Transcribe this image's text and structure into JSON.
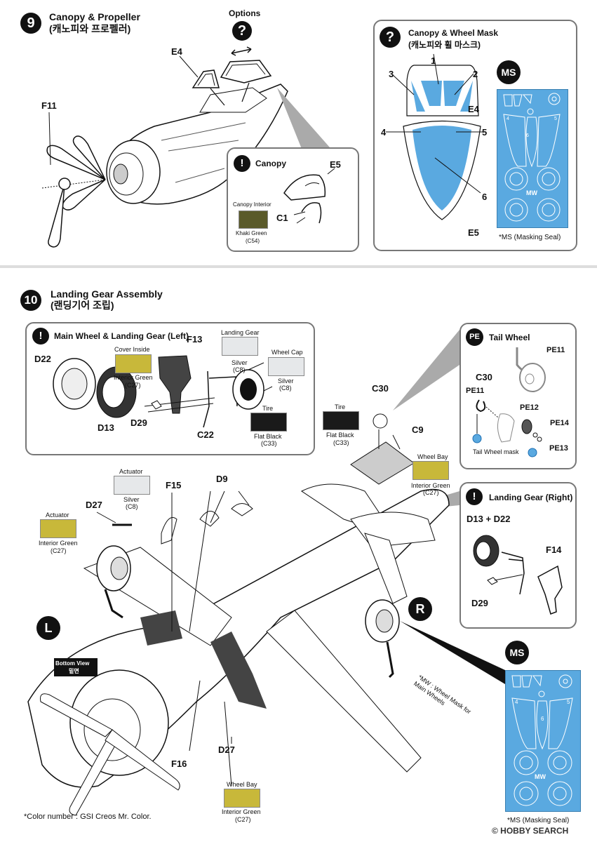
{
  "step9": {
    "number": "9",
    "title": "Canopy & Propeller",
    "subtitle": "(캐노피와 프로펠러)",
    "options_label": "Options",
    "option_icon": "?",
    "parts": {
      "e4": "E4",
      "f11": "F11"
    },
    "canopy_panel": {
      "icon": "!",
      "title": "Canopy",
      "part_e5": "E5",
      "part_c1": "C1",
      "color_title": "Canopy Interior",
      "color_name": "Khaki Green",
      "color_code": "(C54)",
      "swatch": "#5a5a2a"
    },
    "mask_panel": {
      "icon": "?",
      "title": "Canopy & Wheel Mask",
      "subtitle": "(캐노피와 휠 마스크)",
      "numbers": [
        "1",
        "2",
        "3",
        "4",
        "5",
        "6"
      ],
      "part_e4": "E4",
      "part_e5": "E5",
      "ms_badge": "MS",
      "sheet_label": "MW",
      "ms_note": "*MS (Masking Seal)"
    }
  },
  "step10": {
    "number": "10",
    "title": "Landing Gear Assembly",
    "subtitle": "(랜딩기어 조립)",
    "main_panel": {
      "icon": "!",
      "title": "Main Wheel & Landing Gear (Left)",
      "parts": {
        "d22": "D22",
        "d13": "D13",
        "d29": "D29",
        "c22": "C22",
        "f13": "F13"
      },
      "cover": {
        "title": "Cover Inside",
        "name": "Interior Green",
        "code": "(C27)"
      },
      "landing": {
        "title": "Landing Gear",
        "name": "Silver",
        "code": "(C8)"
      },
      "wheelcap": {
        "title": "Wheel Cap",
        "name": "Silver",
        "code": "(C8)"
      },
      "tire": {
        "title": "Tire",
        "name": "Flat Black",
        "code": "(C33)"
      }
    },
    "tailwheel_panel": {
      "badge": "PE",
      "title": "Tail Wheel",
      "parts": {
        "c30": "C30",
        "pe11a": "PE11",
        "pe11b": "PE11",
        "pe12": "PE12",
        "pe14": "PE14",
        "pe13": "PE13"
      },
      "mask_label": "Tail Wheel mask"
    },
    "right_panel": {
      "icon": "!",
      "title": "Landing Gear (Right)",
      "parts": {
        "d13d22": "D13 + D22",
        "f14": "F14",
        "d29": "D29"
      }
    },
    "main_parts": {
      "c30": "C30",
      "c9": "C9",
      "f15": "F15",
      "d9": "D9",
      "d27a": "D27",
      "d27b": "D27",
      "f16": "F16"
    },
    "tire_callout": {
      "title": "Tire",
      "name": "Flat Black",
      "code": "(C33)"
    },
    "wheelbay_callout": {
      "title": "Wheel Bay",
      "name": "Interior Green",
      "code": "(C27)"
    },
    "actuator_silver": {
      "title": "Actuator",
      "name": "Silver",
      "code": "(C8)"
    },
    "actuator_green": {
      "title": "Actuator",
      "name": "Interior Green",
      "code": "(C27)"
    },
    "wheelbay_bottom": {
      "title": "Wheel Bay",
      "name": "Interior Green",
      "code": "(C27)"
    },
    "marks": {
      "left": "L",
      "right": "R"
    },
    "bottom_view": {
      "title": "Bottom View",
      "subtitle": "밑면"
    },
    "mw_note": "*MW : Wheel Mask for Main Wheels",
    "ms_badge": "MS",
    "sheet_label": "MW",
    "ms_note": "*MS (Masking Seal)",
    "color_note": "*Color number : GSI Creos Mr. Color."
  },
  "watermark": "© HOBBY SEARCH",
  "colors": {
    "green": "#c8b83a",
    "silver": "#e6e8ea",
    "black": "#1a1a1a",
    "khaki": "#5a5a2a",
    "mask_blue": "#5aa9e0",
    "mask_light": "#9ccff0"
  }
}
